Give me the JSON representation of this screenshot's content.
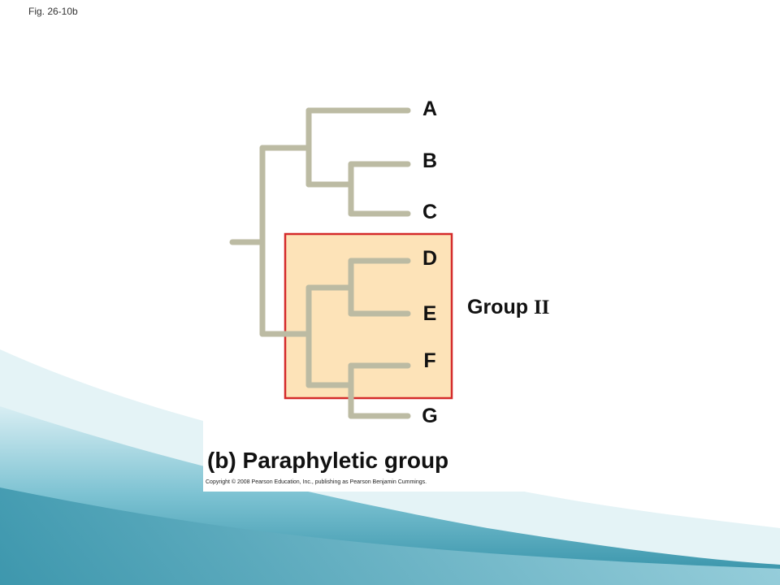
{
  "slide": {
    "label": "Fig. 26-10b"
  },
  "figure": {
    "taxa": [
      "A",
      "B",
      "C",
      "D",
      "E",
      "F",
      "G"
    ],
    "group_label": "Group",
    "group_numeral": "II",
    "caption": "(b) Paraphyletic group",
    "copyright": "Copyright © 2008 Pearson Education, Inc., publishing as Pearson Benjamin Cummings."
  },
  "colors": {
    "branch": "#bcbba3",
    "highlight_fill": "#fde3b8",
    "highlight_border": "#d42a2a",
    "background_teal": "#2f8ea5"
  }
}
